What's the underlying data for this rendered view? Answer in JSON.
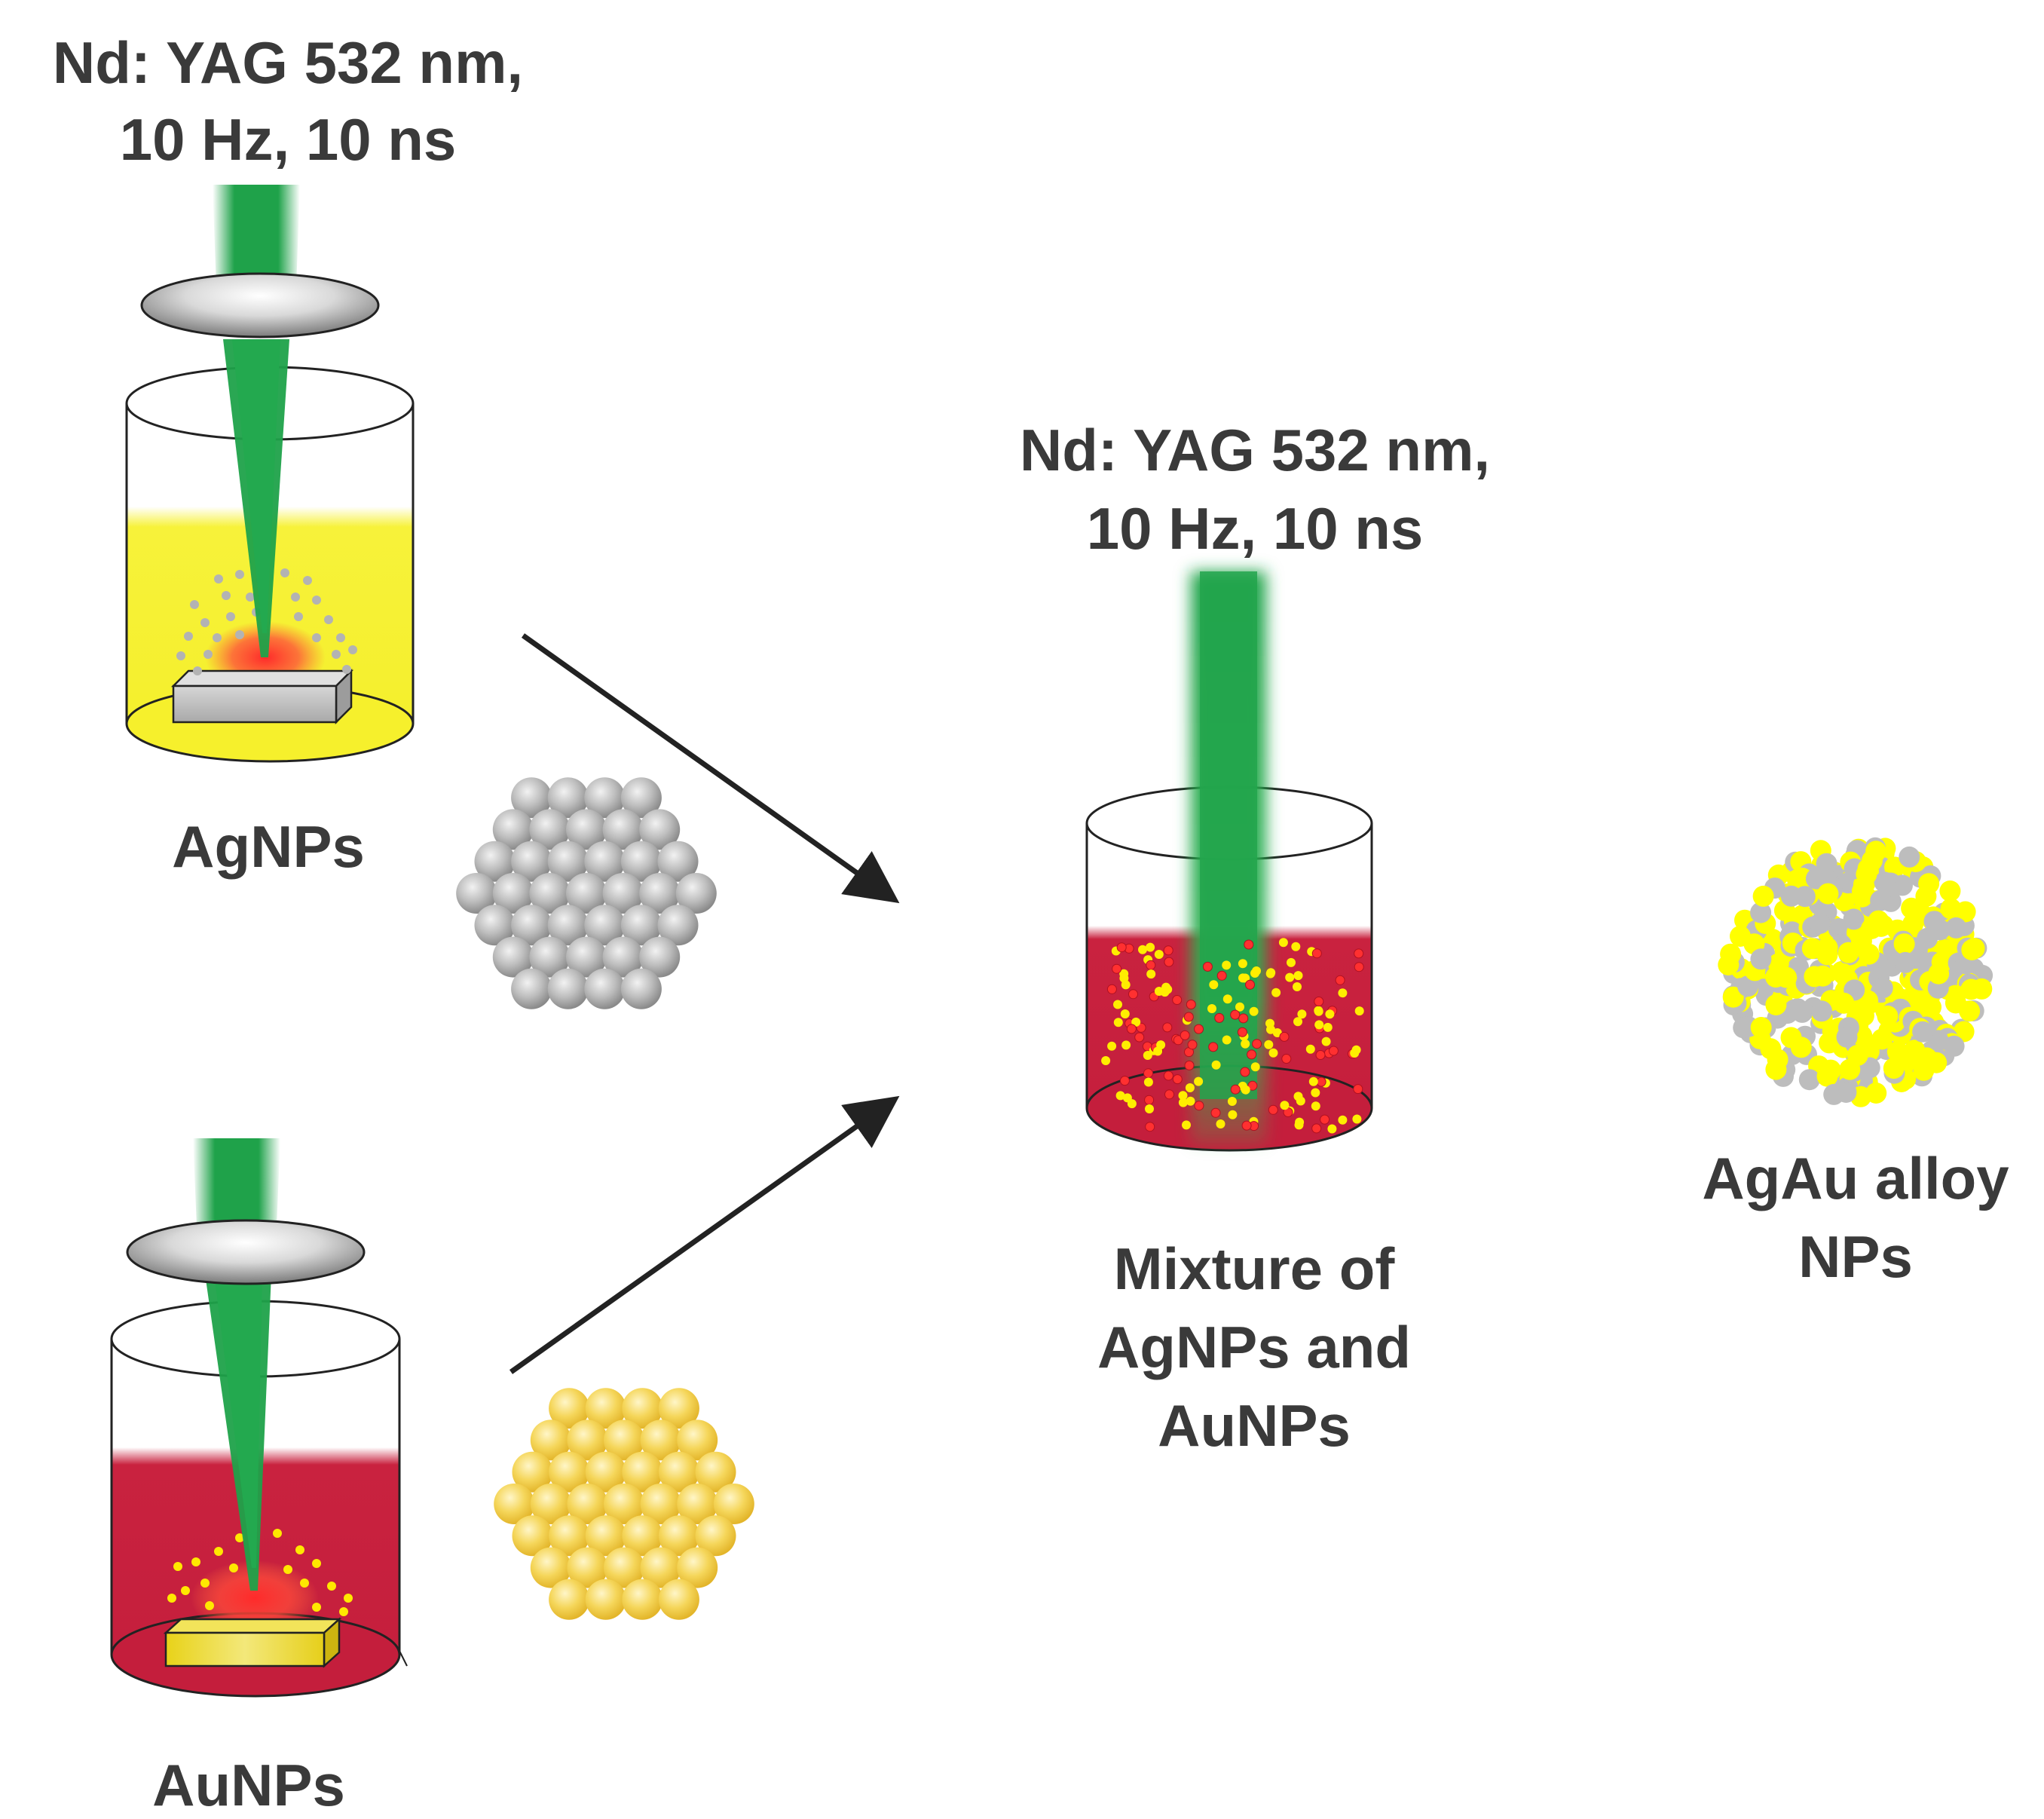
{
  "laser_1": {
    "line1": "Nd: YAG 532 nm,",
    "line2": "10 Hz, 10 ns"
  },
  "laser_2": {
    "line1": "Nd: YAG 532 nm,",
    "line2": "10 Hz, 10 ns"
  },
  "ag_label": "AgNPs",
  "au_label": "AuNPs",
  "mixture_label": {
    "line1": "Mixture of",
    "line2": "AgNPs and",
    "line3": "AuNPs"
  },
  "alloy_label": {
    "line1": "AgAu alloy",
    "line2": "NPs"
  },
  "colors": {
    "laser_green": "#1fa24a",
    "ag_solution": "#f7f23a",
    "au_solution": "#c9223f",
    "silver_np": "#b5b5b5",
    "gold_np": "#f2d048",
    "alloy_gold": "#ffff00",
    "alloy_silver": "#bdbdbd",
    "plasma": "#ff3b3b",
    "arrow": "#222222"
  }
}
